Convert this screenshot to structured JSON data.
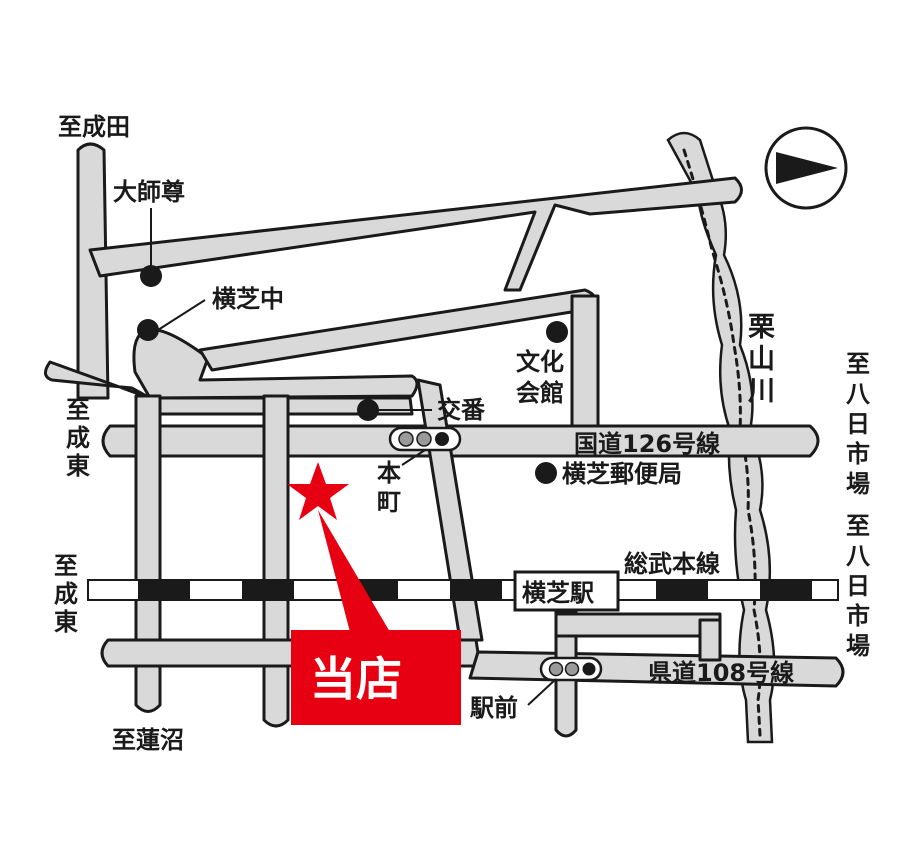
{
  "map": {
    "labels": {
      "to_narita": "至成田",
      "daishison": "大師尊",
      "yokoshiba_jhs": "横芝中",
      "bunka_1": "文化",
      "bunka_2": "会館",
      "koban": "交番",
      "hon": "本",
      "machi": "町",
      "route126": "国道126号線",
      "post_office": "横芝郵便局",
      "to_naruto_1_a": "至",
      "to_naruto_1_b": "成",
      "to_naruto_1_c": "東",
      "to_naruto_2_a": "至",
      "to_naruto_2_b": "成",
      "to_naruto_2_c": "東",
      "sobu_line": "総武本線",
      "station": "横芝駅",
      "route108": "県道108号線",
      "ekimae": "駅前",
      "to_hasunuma": "至蓮沼",
      "kuriyama_1": "栗",
      "kuriyama_2": "山",
      "kuriyama_3": "川",
      "to_yokaichiba_1_a": "至",
      "to_yokaichiba_1_b": "八",
      "to_yokaichiba_1_c": "日",
      "to_yokaichiba_1_d": "市",
      "to_yokaichiba_1_e": "場",
      "to_yokaichiba_2_a": "至",
      "to_yokaichiba_2_b": "八",
      "to_yokaichiba_2_c": "日",
      "to_yokaichiba_2_d": "市",
      "to_yokaichiba_2_e": "場"
    },
    "store_label": "当店",
    "colors": {
      "store": "#e60012",
      "road": "#d9d9d9",
      "ink": "#1a1a1a"
    },
    "icons": [
      "north-arrow-icon",
      "traffic-signal-icon",
      "star-marker-icon"
    ]
  }
}
